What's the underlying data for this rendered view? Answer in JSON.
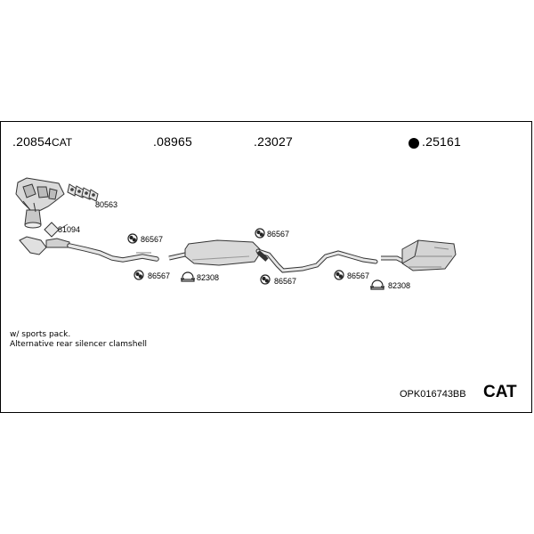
{
  "headers": {
    "h1_num": ".20854",
    "h1_suffix": "CAT",
    "h2": ".08965",
    "h3": ".23027",
    "h4": ".25161"
  },
  "parts": {
    "p80563": "80563",
    "p81094": "81094",
    "p86567_a": "86567",
    "p86567_b": "86567",
    "p86567_c": "86567",
    "p86567_d": "86567",
    "p86567_e": "86567",
    "p82308_a": "82308",
    "p82308_b": "82308"
  },
  "notes": {
    "line1": "w/ sports pack.",
    "line2": "Alternative rear silencer clamshell"
  },
  "footer": {
    "code": "OPK016743BB",
    "cat": "CAT"
  },
  "icons": {
    "manifold": "exhaust-manifold-catalyst-icon",
    "gasket": "gasket-set-icon",
    "ring": "sealing-ring-icon",
    "hanger": "rubber-hanger-icon",
    "clamp": "pipe-clamp-icon"
  }
}
